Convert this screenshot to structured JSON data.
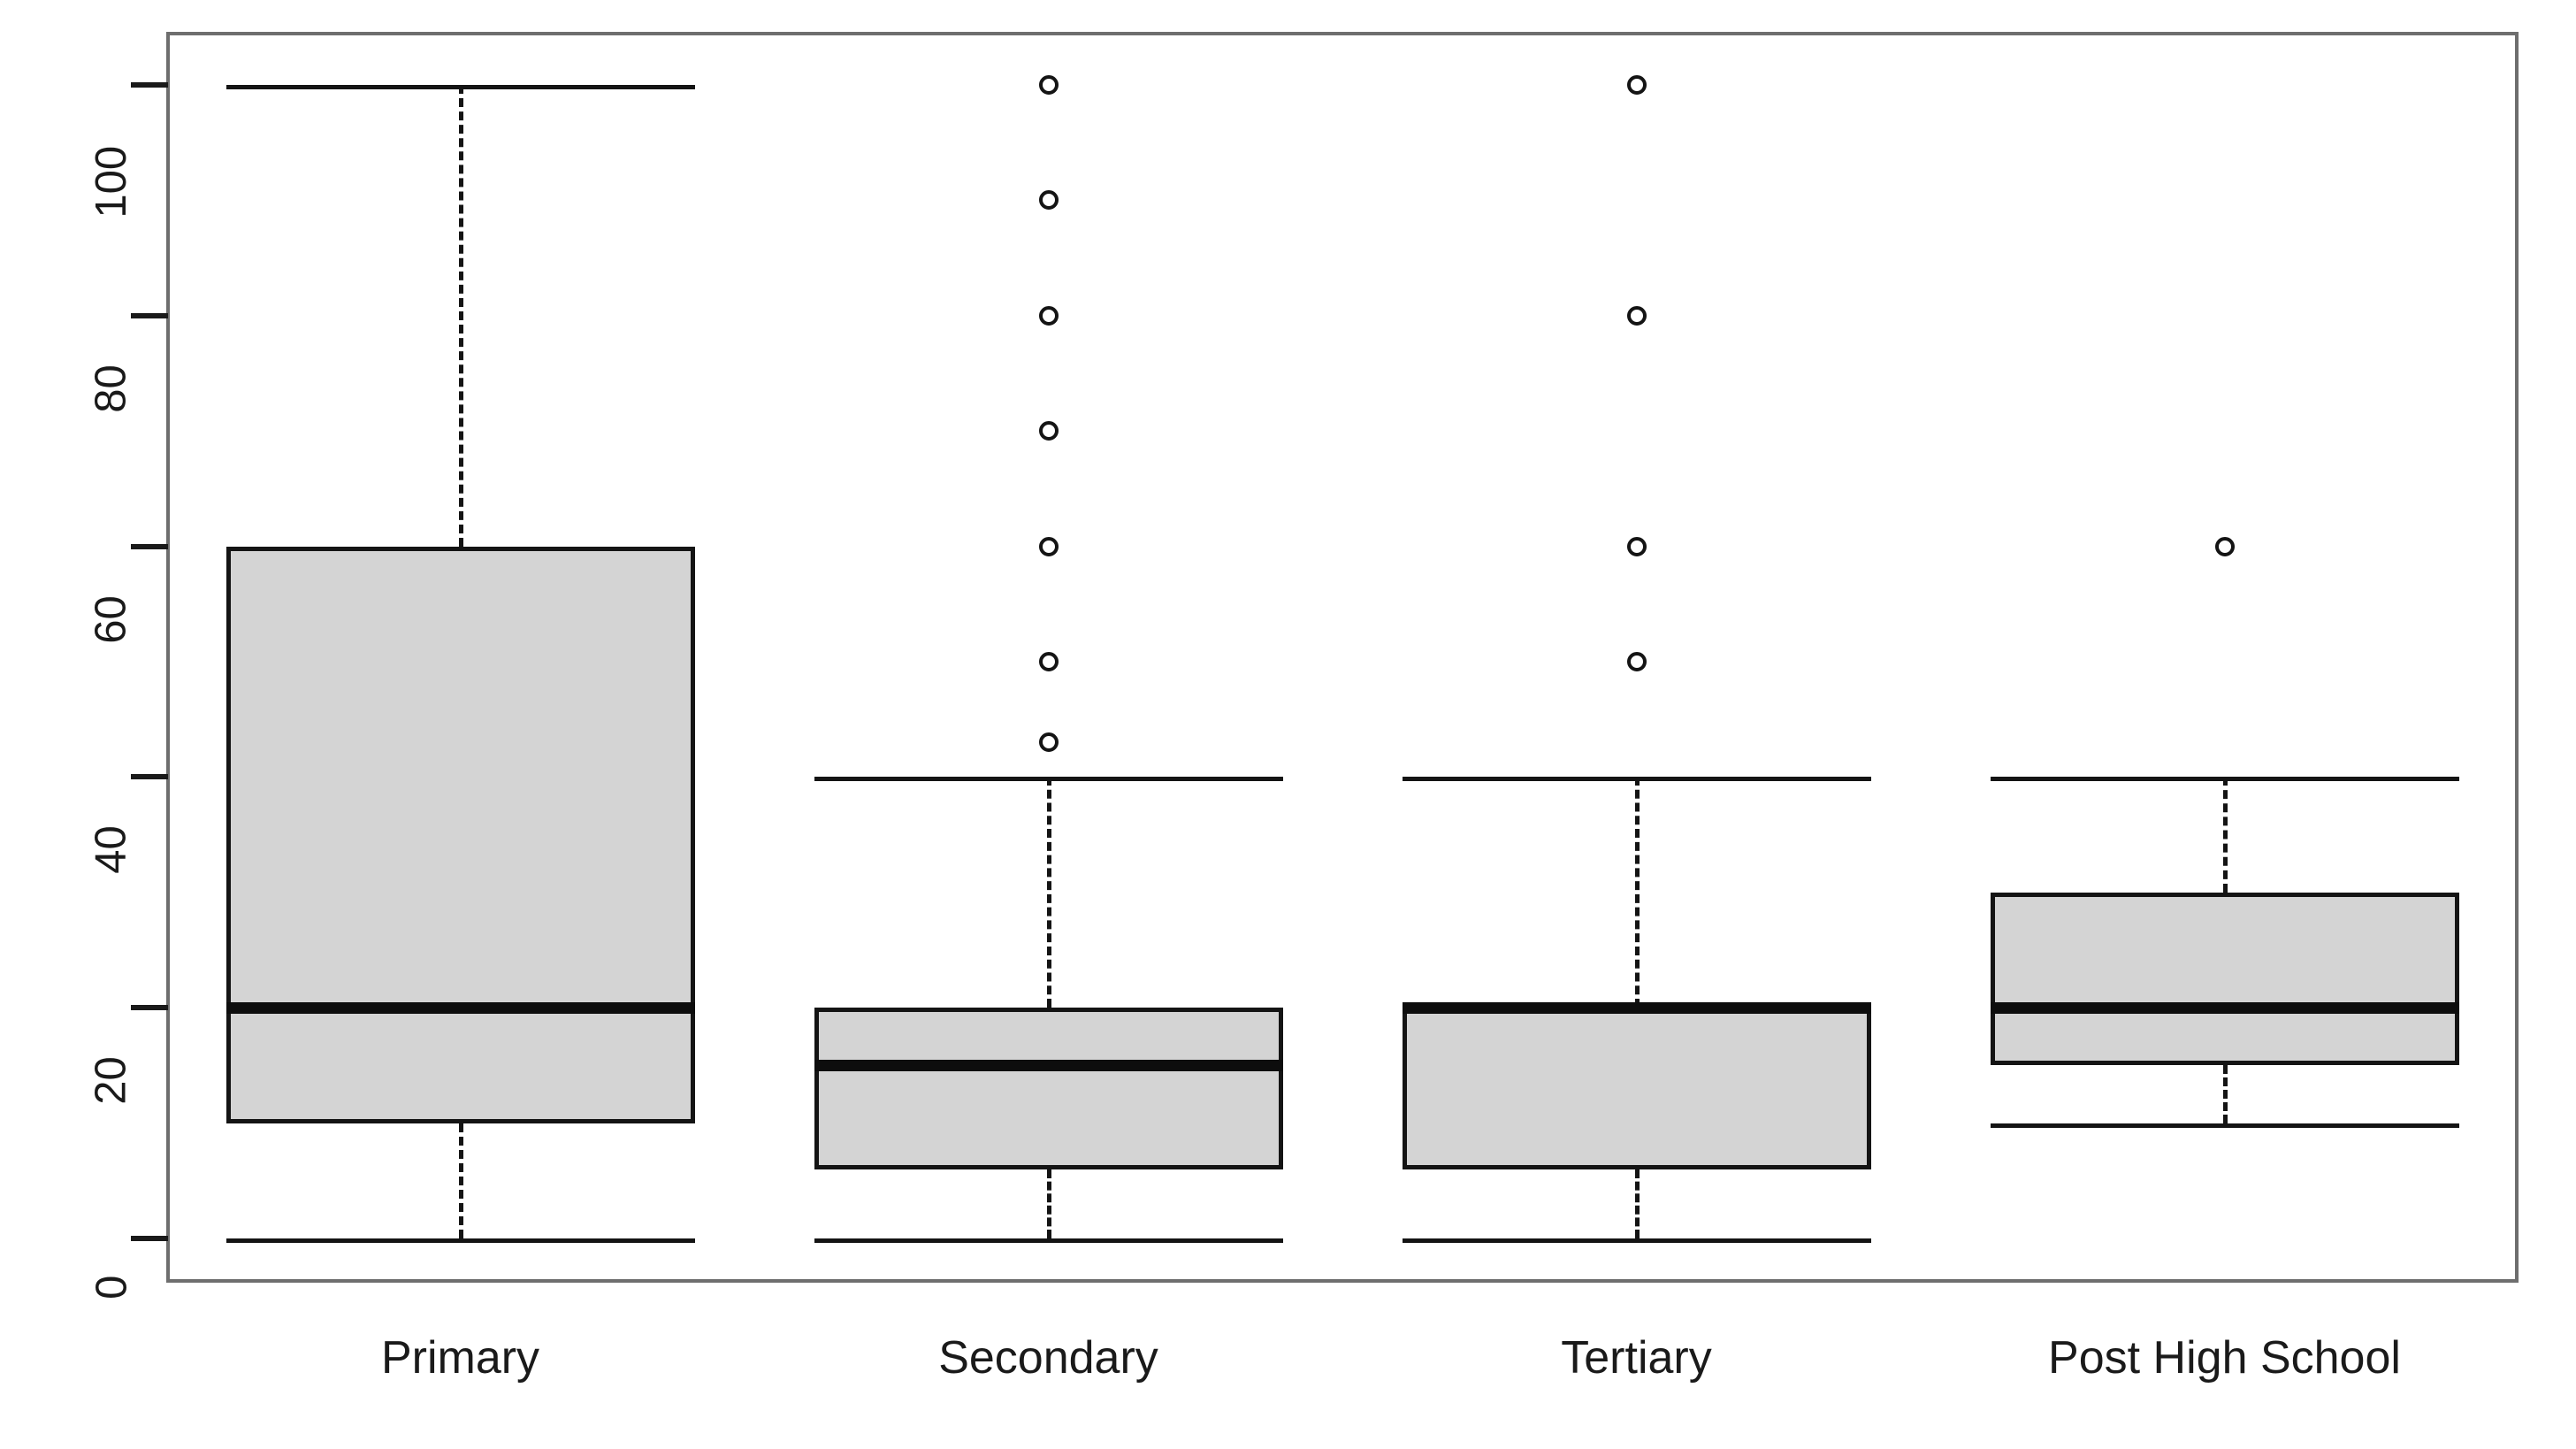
{
  "chart_data": {
    "type": "box",
    "title": "",
    "xlabel": "",
    "ylabel": "",
    "ylim": [
      0,
      100
    ],
    "grid": false,
    "legend": "none",
    "y_ticks": [
      0,
      20,
      40,
      60,
      80,
      100
    ],
    "y_tick_labels": [
      "0",
      "20",
      "40",
      "60",
      "80",
      "100"
    ],
    "categories": [
      "Primary",
      "Secondary",
      "Tertiary",
      "Post High School"
    ],
    "boxes": [
      {
        "label": "Primary",
        "lower_whisker": 0,
        "q1": 10,
        "median": 20,
        "q3": 60,
        "upper_whisker": 100,
        "outliers": []
      },
      {
        "label": "Secondary",
        "lower_whisker": 0,
        "q1": 6,
        "median": 15,
        "q3": 20,
        "upper_whisker": 40,
        "outliers": [
          43,
          50,
          60,
          70,
          80,
          90,
          100
        ]
      },
      {
        "label": "Tertiary",
        "lower_whisker": 0,
        "q1": 6,
        "median": 20,
        "q3": 20,
        "upper_whisker": 40,
        "outliers": [
          50,
          60,
          80,
          100
        ]
      },
      {
        "label": "Post High School",
        "lower_whisker": 10,
        "q1": 15,
        "median": 20,
        "q3": 30,
        "upper_whisker": 40,
        "outliers": [
          60
        ]
      }
    ],
    "colors": {
      "box_fill": "#d4d4d4",
      "box_border": "#141414",
      "median": "#0d0d0d",
      "whisker": "#141414",
      "outlier": "#141414",
      "frame": "#6e6e6e",
      "background": "#ffffff",
      "text": "#1a1a1a"
    }
  }
}
